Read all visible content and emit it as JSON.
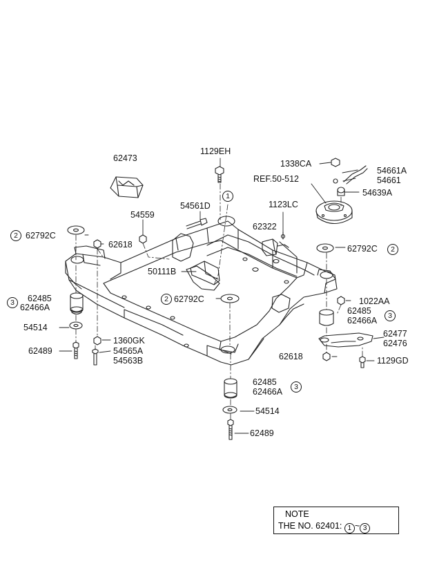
{
  "parts": {
    "p62473": "62473",
    "p1129EH": "1129EH",
    "p1338CA": "1338CA",
    "p54661A": "54661A",
    "p54661": "54661",
    "ref": "REF.50-512",
    "p54639A": "54639A",
    "p54561D": "54561D",
    "p1123LC": "1123LC",
    "p54559": "54559",
    "p62322": "62322",
    "p62792C_left": "62792C",
    "p62618_top": "62618",
    "p62792C_right": "62792C",
    "p50111B": "50111B",
    "p62485_left": "62485",
    "p62466A_left": "62466A",
    "p62792C_center": "62792C",
    "p1022AA": "1022AA",
    "p62485_right": "62485",
    "p62466A_right": "62466A",
    "p54514_left": "54514",
    "p62477": "62477",
    "p62476": "62476",
    "p62489_left": "62489",
    "p1360GK": "1360GK",
    "p54565A": "54565A",
    "p54563B": "54563B",
    "p62618_bottom": "62618",
    "p1129GD": "1129GD",
    "p62485_bottom": "62485",
    "p62466A_bottom": "62466A",
    "p54514_bottom": "54514",
    "p62489_bottom": "62489"
  },
  "callouts": {
    "c1_top": "1",
    "c2_left": "2",
    "c2_right": "2",
    "c2_center": "2",
    "c3_left": "3",
    "c3_right": "3",
    "c3_bottom": "3"
  },
  "note": {
    "title": "NOTE",
    "text": "THE NO. 62401:",
    "from": "1",
    "sep": "~",
    "to": "3"
  }
}
